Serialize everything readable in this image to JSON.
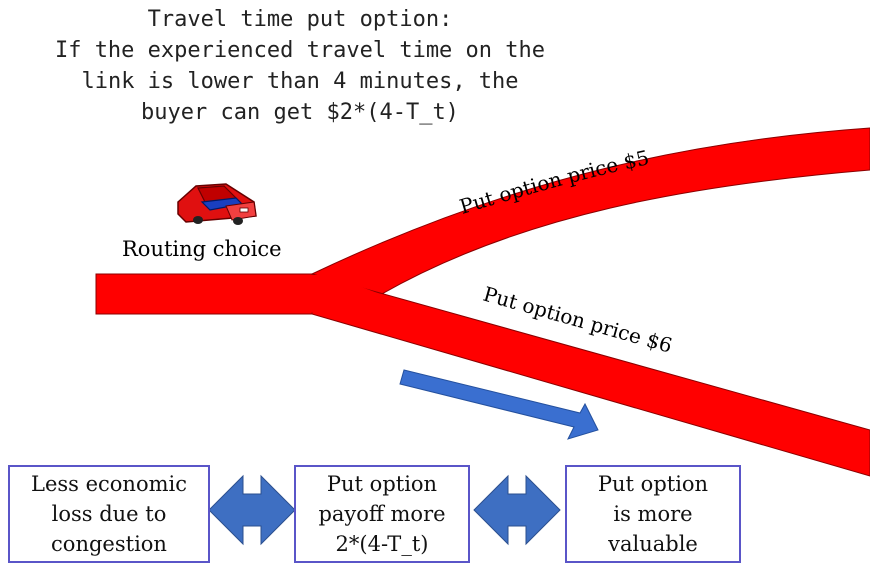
{
  "caption": {
    "lines": [
      "Travel time put option:",
      "If the experienced travel time on the",
      "link is lower than 4 minutes, the",
      "buyer can get $2*(4-T_t)"
    ]
  },
  "routing_label": "Routing choice",
  "upper_road_label": "Put option price $5",
  "lower_road_label": "Put option price $6",
  "boxes": [
    {
      "lines": [
        "Less economic",
        "loss due to",
        "congestion"
      ]
    },
    {
      "lines": [
        "Put option",
        "payoff more",
        "2*(4-T_t)"
      ]
    },
    {
      "lines": [
        "Put option",
        "is more",
        "valuable"
      ]
    }
  ],
  "colors": {
    "road": "#ff0000",
    "road_outline": "#8b0000",
    "arrow": "#3a6fd0",
    "double_arrow": "#3e6fc2",
    "box_border": "#5a55c8"
  },
  "icons": [
    "car-icon",
    "direction-arrow-icon",
    "double-arrow-icon"
  ]
}
